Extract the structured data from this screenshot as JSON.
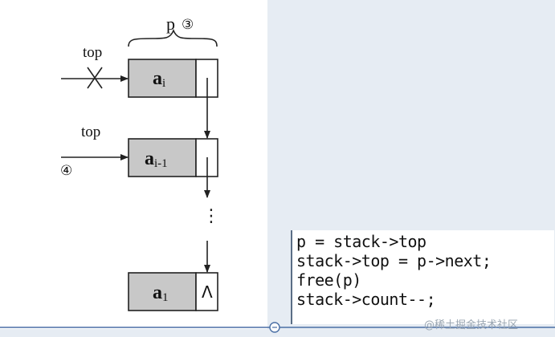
{
  "labels": {
    "p": "p",
    "circle3": "③",
    "circle4": "④",
    "top1": "top",
    "top2": "top"
  },
  "nodes": [
    {
      "base": "a",
      "sub": "i"
    },
    {
      "base": "a",
      "sub": "i-1"
    },
    {
      "base": "a",
      "sub": "1"
    }
  ],
  "null_marker": "Λ",
  "ellipsis": "⋮",
  "code_lines": [
    "p = stack->top",
    "stack->top = p->next;",
    "free(p)",
    "stack->count--;"
  ],
  "watermark": "@稀土掘金技术社区",
  "colors": {
    "node_fill": "#c8c8c8",
    "stroke": "#222222",
    "panel_bg": "#ffffff",
    "page_bg": "#e6ecf3",
    "baseline": "#4a6fa5"
  }
}
